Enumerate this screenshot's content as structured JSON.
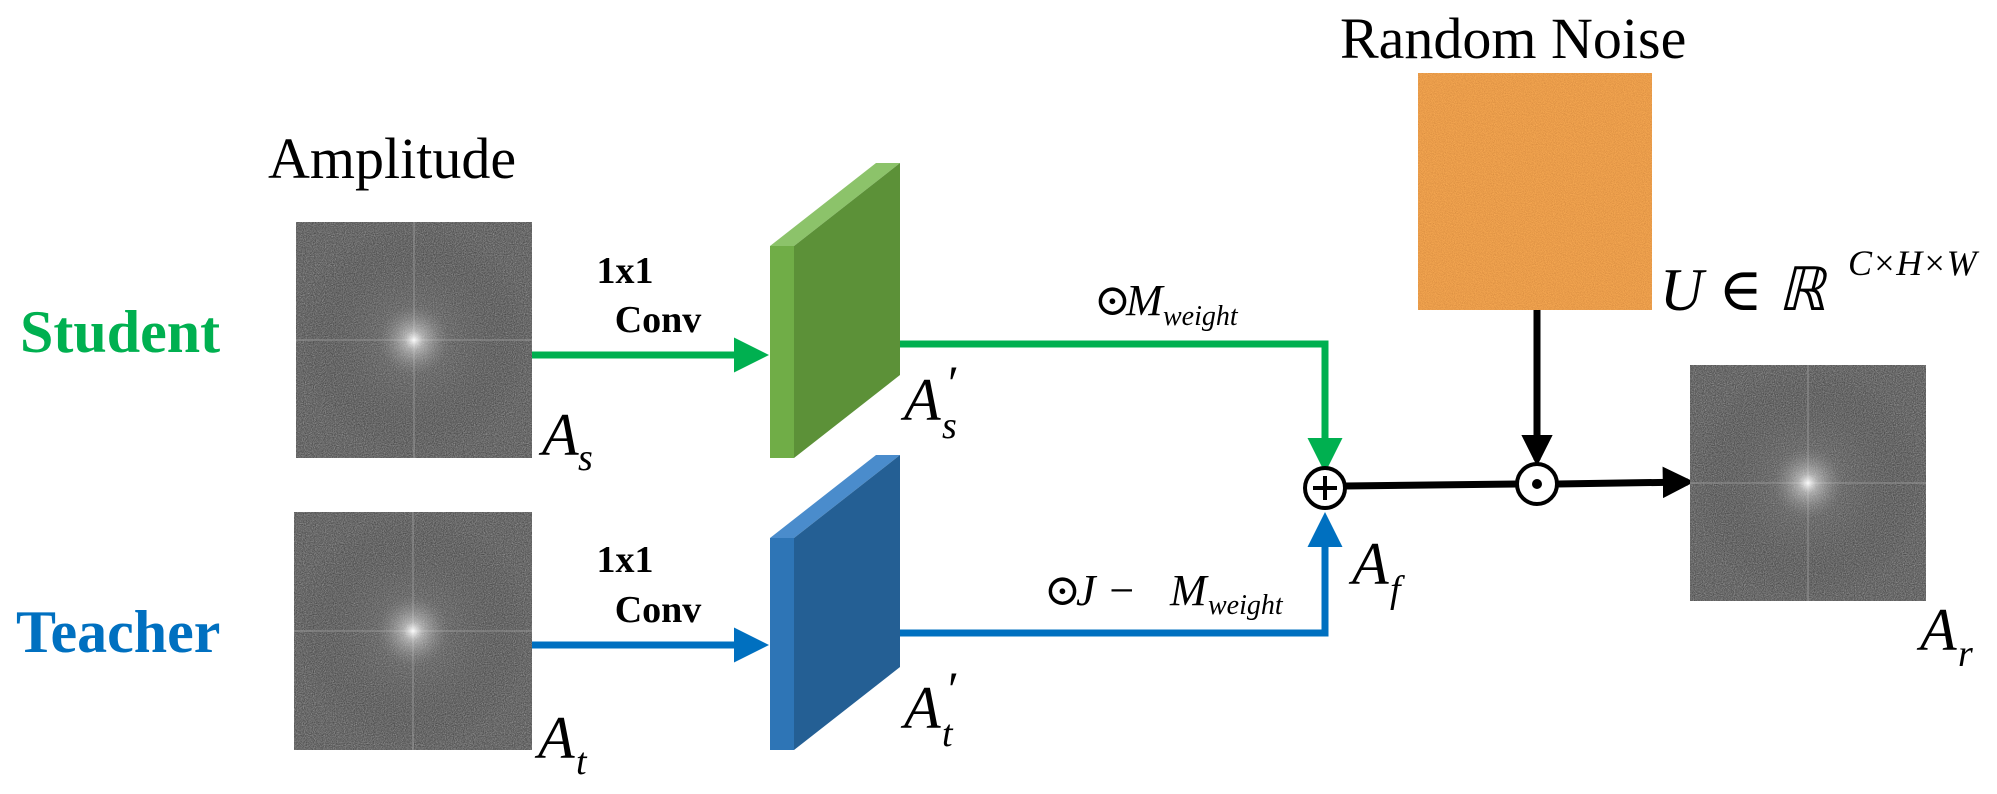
{
  "labels": {
    "amplitude": "Amplitude",
    "student": "Student",
    "teacher": "Teacher",
    "random_noise": "Random Noise",
    "conv_top_1": "1x1",
    "conv_top_2": "Conv",
    "conv_bot_1": "1x1",
    "conv_bot_2": "Conv",
    "A": "A",
    "sub_s": "s",
    "sub_t": "t",
    "sub_f": "f",
    "sub_r": "r",
    "prime": "′",
    "odot": "⊙",
    "M": "M",
    "sub_weight": "weight",
    "J_minus": "J −",
    "U_in": "U ∈ ℝ",
    "sup_CHW": "C×H×W"
  },
  "colors": {
    "student_green": "#00b050",
    "teacher_blue": "#0070c0",
    "green_block_front": "#70ad47",
    "green_block_side": "#5c9138",
    "green_block_top": "#8cc36a",
    "blue_block_front": "#2e75b6",
    "blue_block_side": "#245f94",
    "blue_block_top": "#4a8ccc",
    "noise_base": "#e07a20",
    "black": "#000000"
  },
  "icons": {
    "add": "circle-plus-icon",
    "multiply": "circle-dot-icon"
  }
}
